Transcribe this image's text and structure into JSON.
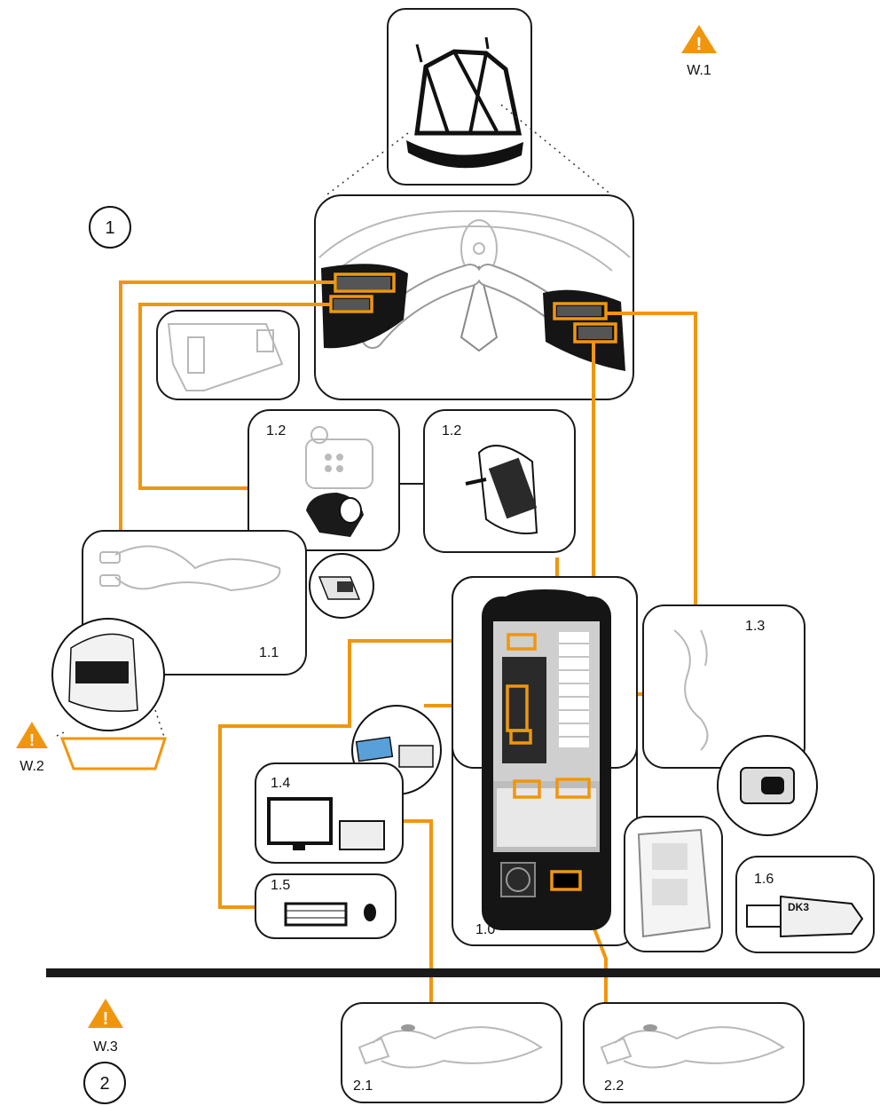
{
  "labels": {
    "section_1": "1",
    "section_2": "2",
    "controller": "1.0",
    "cable": "1.1",
    "joystick": "1.2",
    "joystick_bracket": "1.2",
    "cable_13": "1.3",
    "monitor": "1.4",
    "keyboard": "1.5",
    "dongle": "1.6",
    "power_21": "2.1",
    "power_22": "2.2",
    "dongle_text": "DK3"
  },
  "warnings": [
    {
      "id": "W.1",
      "symbol": "!"
    },
    {
      "id": "W.2",
      "symbol": "!"
    },
    {
      "id": "W.3",
      "symbol": "!"
    }
  ],
  "colors": {
    "accent": "#F0960E",
    "outline": "#1a1a1a",
    "panel": "#151515"
  },
  "icons": [
    "warning-icon",
    "machine-icon",
    "joystick-icon",
    "cable-icon",
    "monitor-icon",
    "keyboard-icon",
    "mouse-icon",
    "usb-dongle-icon",
    "power-cable-icon",
    "connector-icon"
  ]
}
